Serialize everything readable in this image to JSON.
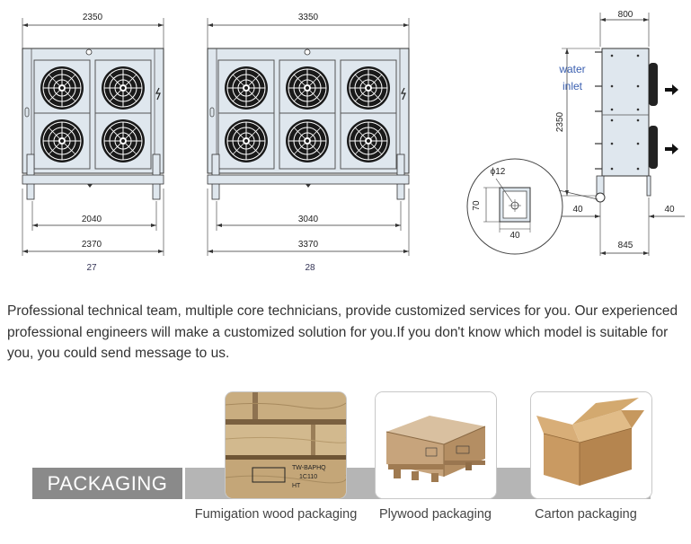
{
  "drawings": {
    "unit27": {
      "top_width": "2350",
      "inner_width": "2040",
      "outer_width": "2370",
      "model": "27"
    },
    "unit28": {
      "top_width": "3350",
      "inner_width": "3040",
      "outer_width": "3370",
      "model": "28"
    },
    "side_view": {
      "depth": "800",
      "height": "2350",
      "water_inlet_line1": "water",
      "water_inlet_line2": "inlet",
      "left_offset": "40",
      "right_offset": "40",
      "bottom_depth": "845"
    },
    "detail": {
      "hole_diameter": "ϕ12",
      "height": "70",
      "width": "40"
    }
  },
  "description": {
    "line1": "Professional technical team, multiple core technicians, provide customized services for you. Our experienced",
    "line2": "professional engineers will make a customized solution for you.If you don't know which model is suitable for",
    "line3": "you, you could send message to us."
  },
  "packaging": {
    "title": "PACKAGING",
    "items": [
      {
        "caption": "Fumigation wood packaging",
        "stamp_line1": "TW-BAPHQ",
        "stamp_line2": "1C110",
        "stamp_line3": "HT"
      },
      {
        "caption": "Plywood packaging"
      },
      {
        "caption": "Carton packaging"
      }
    ]
  }
}
